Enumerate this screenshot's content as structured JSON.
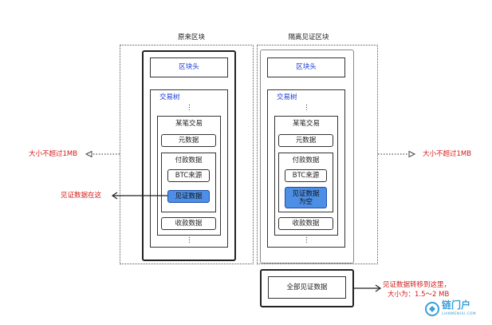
{
  "left": {
    "title": "原来区块",
    "header": "区块头",
    "tree": "交易树",
    "ellipsis_top": "⋮",
    "tx": "某笔交易",
    "meta": "元数据",
    "payment": "付款数据",
    "btc_source": "BTC来源",
    "witness": "见证数据",
    "receipt": "收款数据",
    "ellipsis_bottom": "⋮"
  },
  "right": {
    "title": "隔离见证区块",
    "header": "区块头",
    "tree": "交易树",
    "ellipsis_top": "⋮",
    "tx": "某笔交易",
    "meta": "元数据",
    "payment": "付款数据",
    "btc_source": "BTC来源",
    "witness_line1": "见证数据",
    "witness_line2": "为空",
    "receipt": "收款数据",
    "ellipsis_bottom": "⋮",
    "all_witness": "全部见证数据"
  },
  "annotations": {
    "left_size": "大小不超过1MB",
    "right_size": "大小不超过1MB",
    "witness_here": "见证数据在这",
    "moved_line1": "见证数据转移到这里，",
    "moved_line2": "大小为：1.5～2 MB"
  },
  "watermark": {
    "brand": "链门户",
    "url": "LIANMENHU.COM"
  },
  "colors": {
    "blue_label": "#1b3bd6",
    "red_annotation": "#d21a1a",
    "highlight_fill": "#4d8fe6",
    "watermark": "#3aa0d8"
  }
}
